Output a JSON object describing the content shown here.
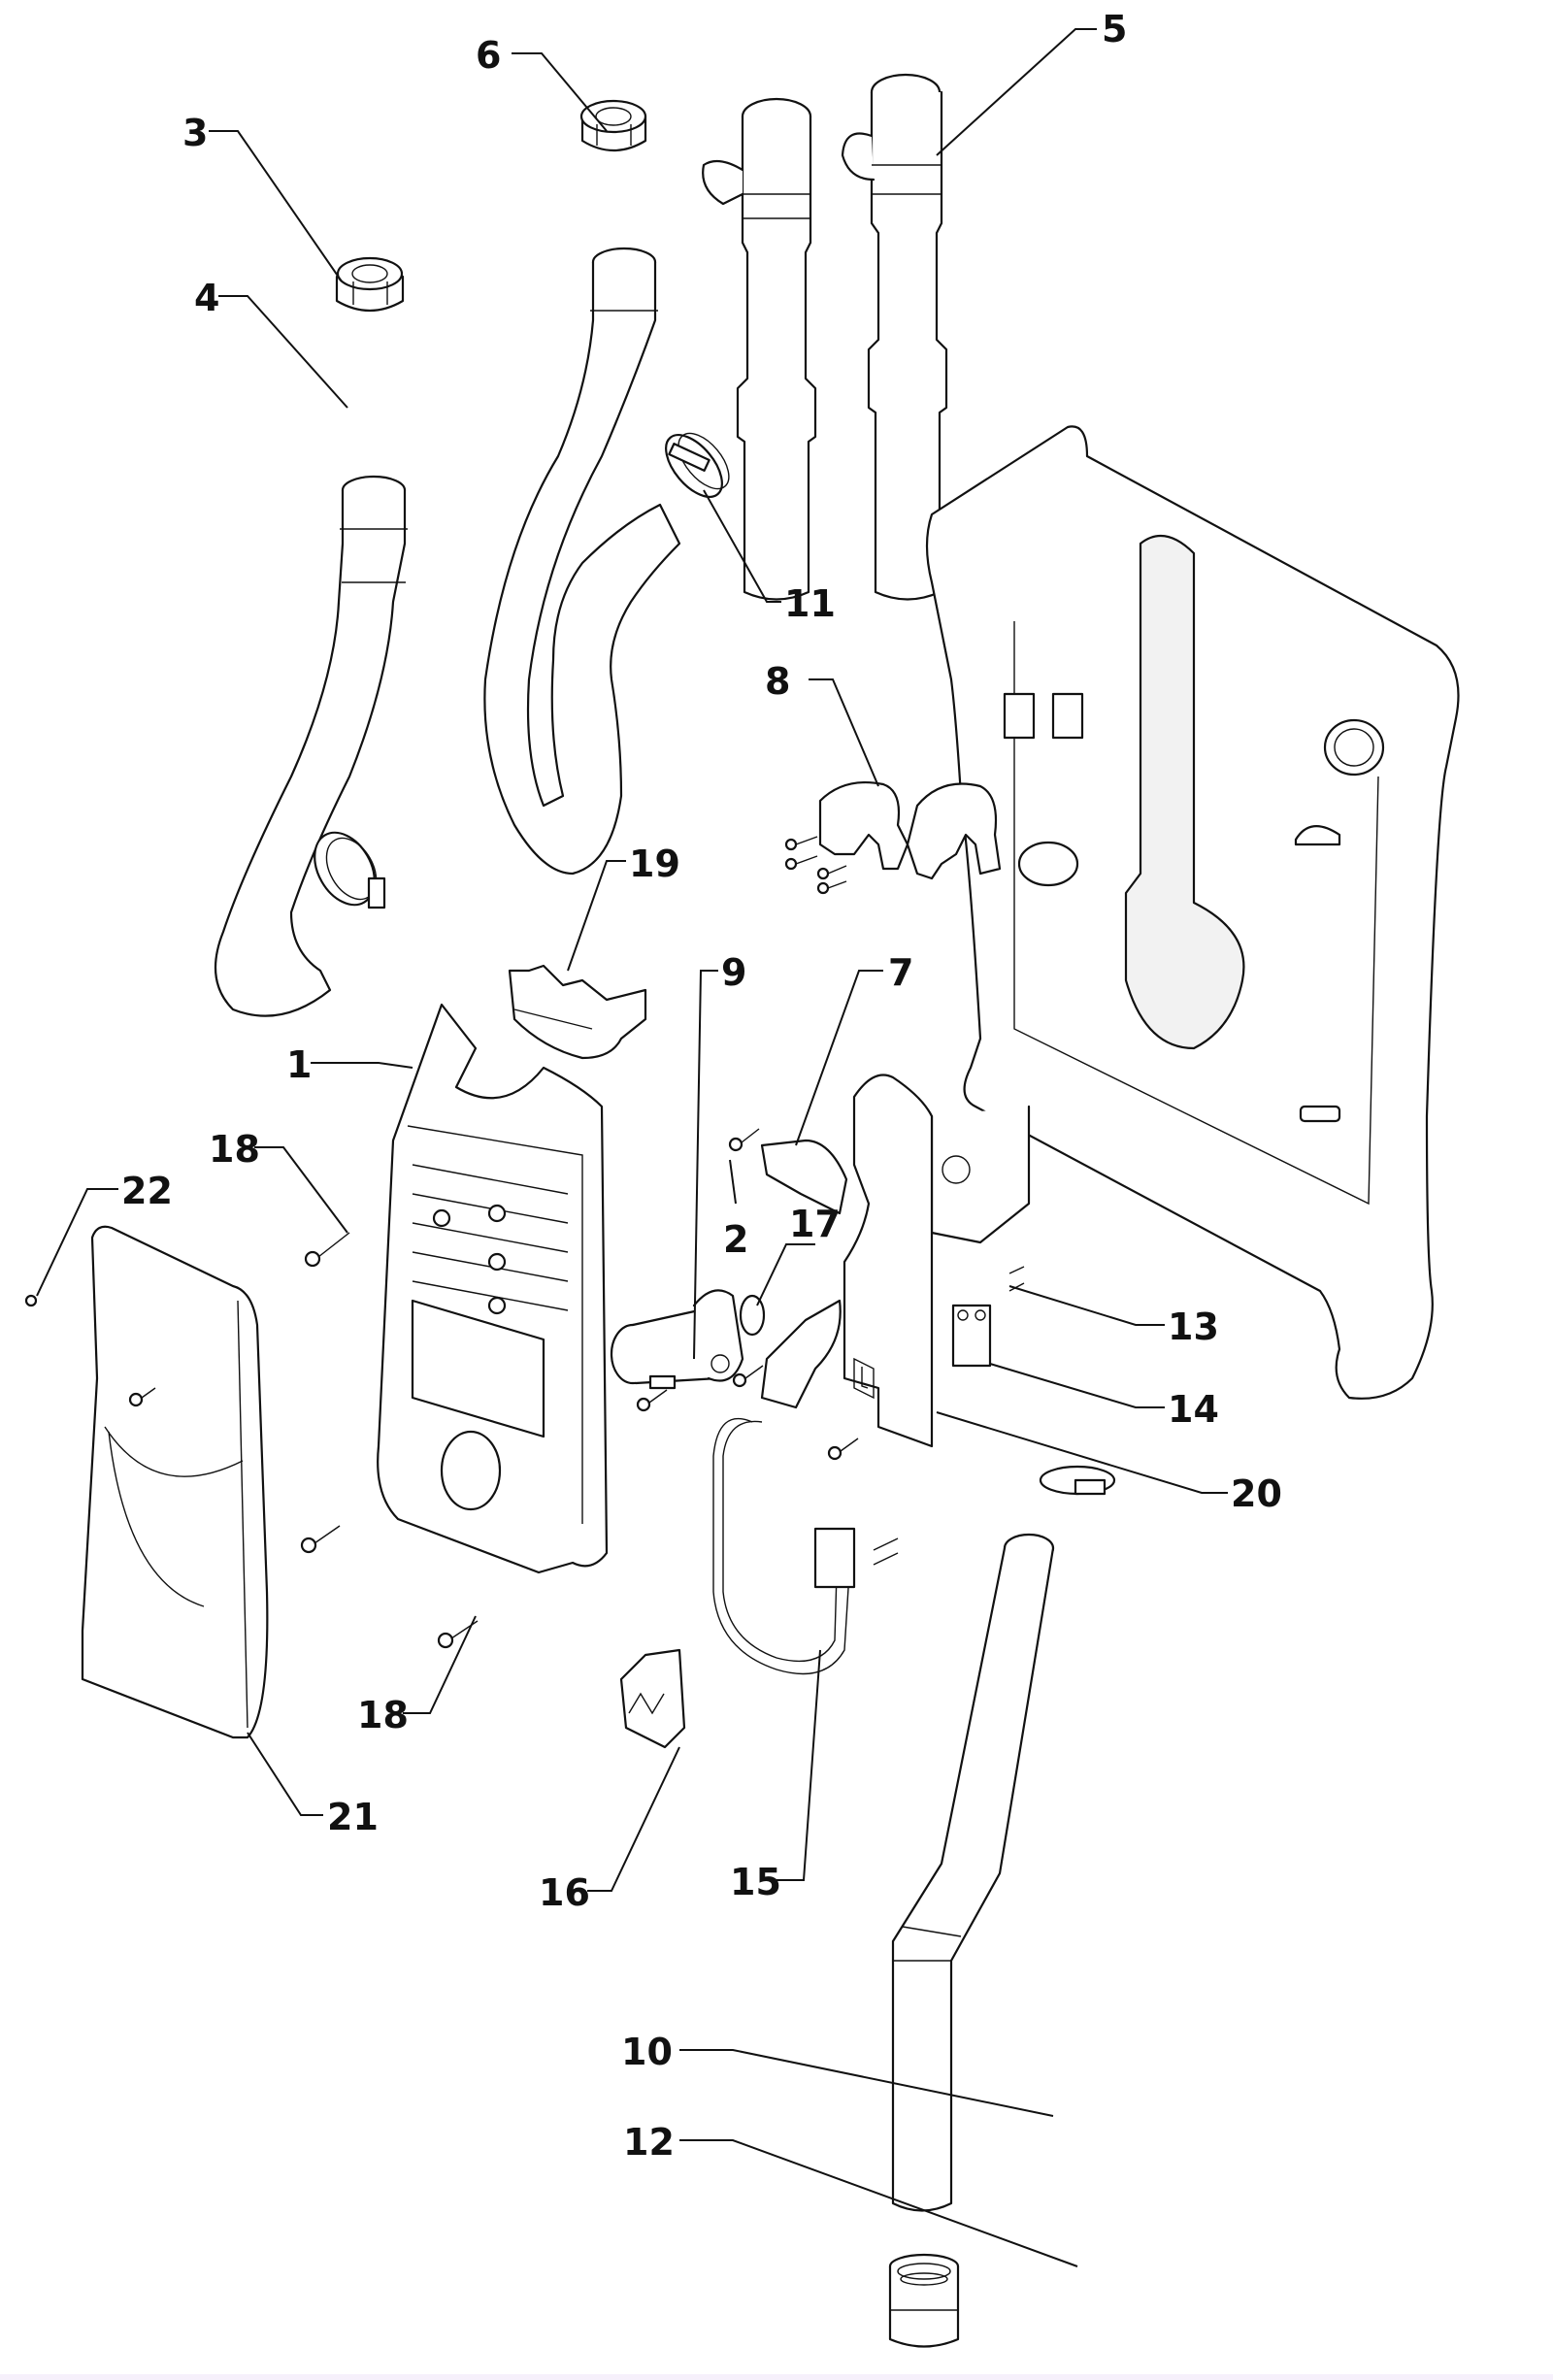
{
  "diagram": {
    "type": "exploded-parts-view",
    "callouts": [
      {
        "id": "c1",
        "number": "1",
        "part": "front-cover-housing"
      },
      {
        "id": "c2",
        "number": "2",
        "part": "screw"
      },
      {
        "id": "c3",
        "number": "3",
        "part": "hose-nut"
      },
      {
        "id": "c4",
        "number": "4",
        "part": "hose-left"
      },
      {
        "id": "c5",
        "number": "5",
        "part": "valve-tube-with-cap"
      },
      {
        "id": "c6",
        "number": "6",
        "part": "hose-nut"
      },
      {
        "id": "c7",
        "number": "7",
        "part": "hose-clip-cover"
      },
      {
        "id": "c8",
        "number": "8",
        "part": "double-tube-bracket"
      },
      {
        "id": "c9",
        "number": "9",
        "part": "elbow-fitting"
      },
      {
        "id": "c10",
        "number": "10",
        "part": "drain-tube"
      },
      {
        "id": "c11",
        "number": "11",
        "part": "hose-clamp"
      },
      {
        "id": "c12",
        "number": "12",
        "part": "threaded-coupling"
      },
      {
        "id": "c13",
        "number": "13",
        "part": "screws"
      },
      {
        "id": "c14",
        "number": "14",
        "part": "battery-connector"
      },
      {
        "id": "c15",
        "number": "15",
        "part": "connector-cable"
      },
      {
        "id": "c16",
        "number": "16",
        "part": "switch-housing"
      },
      {
        "id": "c17",
        "number": "17",
        "part": "o-ring"
      },
      {
        "id": "c18a",
        "number": "18",
        "part": "screw"
      },
      {
        "id": "c18b",
        "number": "18",
        "part": "screw"
      },
      {
        "id": "c19",
        "number": "19",
        "part": "cover-panel"
      },
      {
        "id": "c20",
        "number": "20",
        "part": "clip-holder"
      },
      {
        "id": "c21",
        "number": "21",
        "part": "mounting-rail"
      },
      {
        "id": "c22",
        "number": "22",
        "part": "screw"
      }
    ]
  }
}
